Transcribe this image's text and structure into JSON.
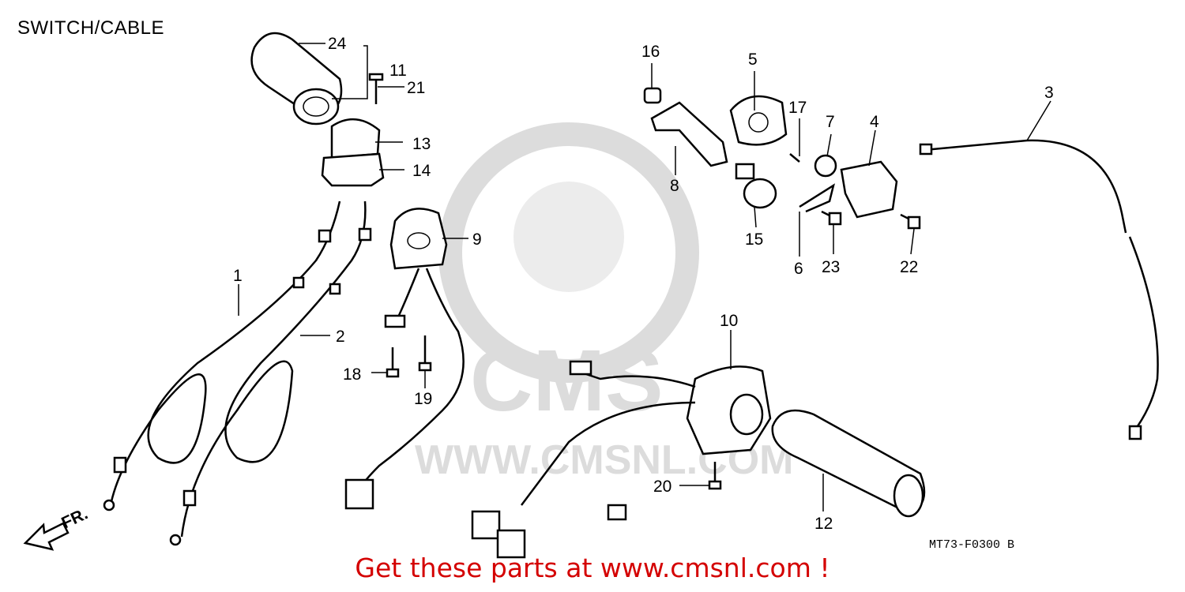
{
  "title": "SWITCH/CABLE",
  "diagram_code": "MT73-F0300 B",
  "banner": {
    "text": "Get these parts at www.cmsnl.com !",
    "color": "#d40000"
  },
  "watermark": {
    "logo_text": "CMS",
    "url_text": "WWW.CMSNL.COM",
    "color": "#dcdcdc"
  },
  "direction_marker": "FR.",
  "callouts": {
    "c1": "1",
    "c2": "2",
    "c3": "3",
    "c4": "4",
    "c5": "5",
    "c6": "6",
    "c7": "7",
    "c8": "8",
    "c9": "9",
    "c10": "10",
    "c11": "11",
    "c12": "12",
    "c13": "13",
    "c14": "14",
    "c15": "15",
    "c16": "16",
    "c17": "17",
    "c18": "18",
    "c19": "19",
    "c20": "20",
    "c21": "21",
    "c22": "22",
    "c23": "23",
    "c24": "24"
  }
}
